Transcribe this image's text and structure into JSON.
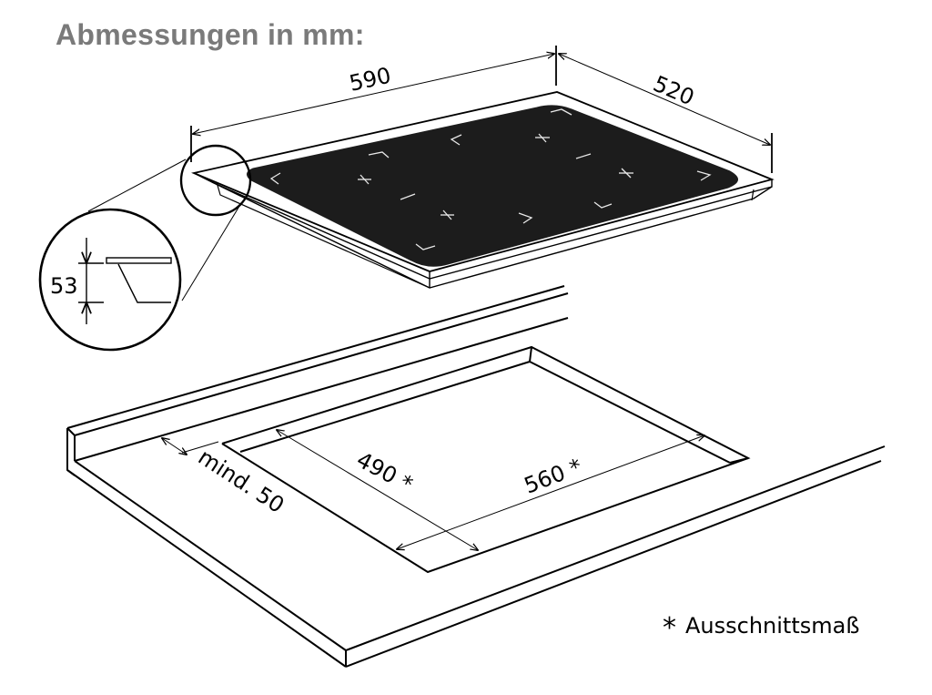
{
  "title": "Abmessungen in mm:",
  "hob": {
    "width_label": "590",
    "depth_label": "520",
    "height_detail_label": "53",
    "glass_color": "#1c1c1c",
    "frame_color": "#ffffff"
  },
  "cutout": {
    "depth_label": "490 *",
    "width_label": "560 *",
    "min_distance_label": "mind. 50"
  },
  "footnote": {
    "symbol": "*",
    "text": "Ausschnittsmaß"
  },
  "colors": {
    "title": "#7a7a7a",
    "line": "#000000",
    "background": "#ffffff"
  }
}
